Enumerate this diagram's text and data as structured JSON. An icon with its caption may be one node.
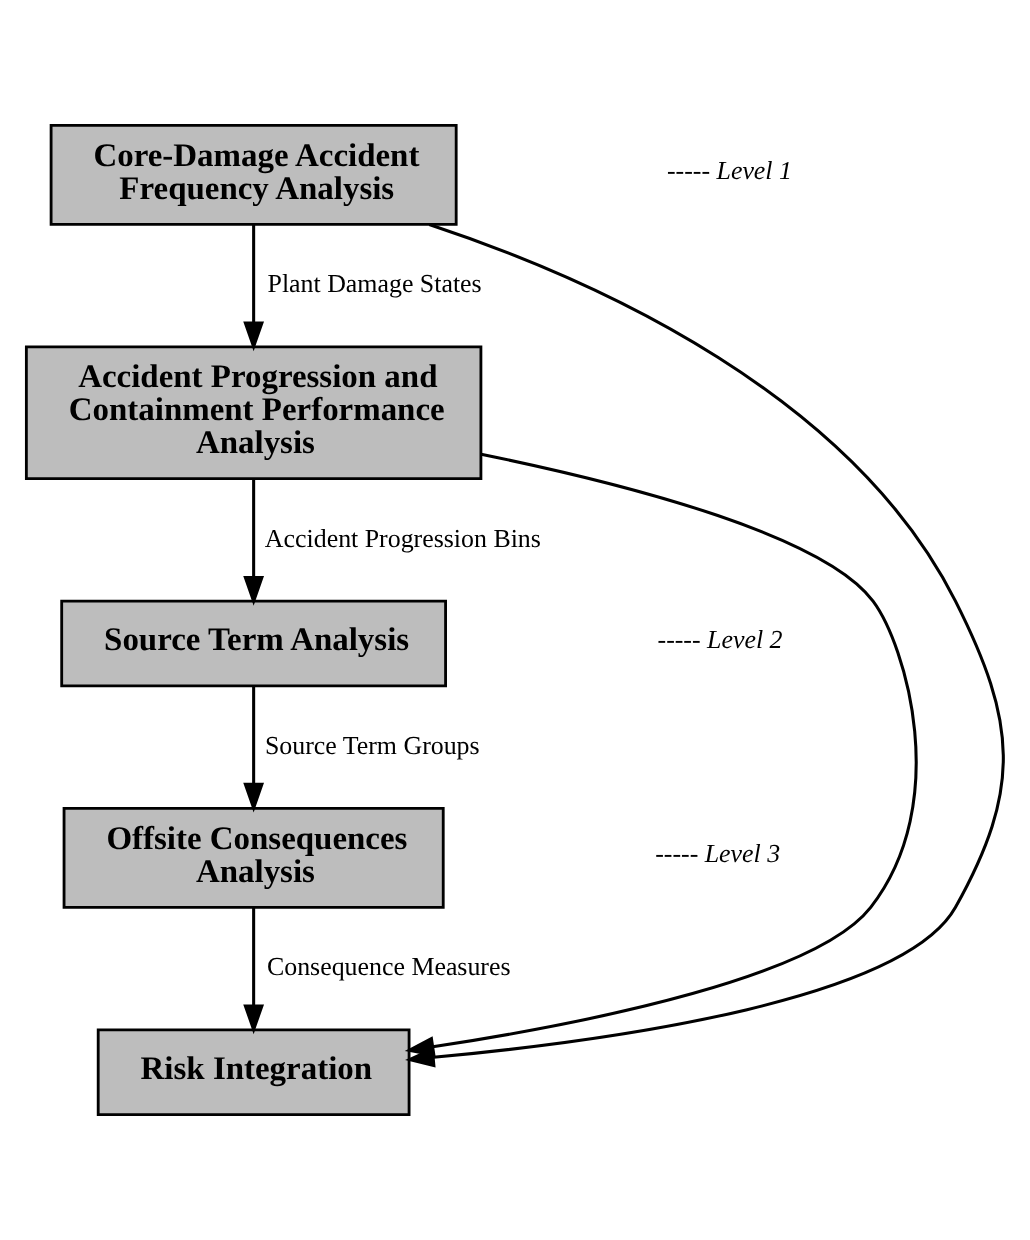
{
  "diagram": {
    "nodes": [
      {
        "text": [
          "Core-Damage Accident Frequency Analysis"
        ]
      },
      {
        "text": [
          "Accident Progression and Containment Performance Analysis"
        ]
      },
      {
        "text": [
          "Source Term Analysis"
        ]
      },
      {
        "text": [
          "Offsite Consequences Analysis"
        ]
      },
      {
        "text": [
          "Risk Integration"
        ]
      }
    ],
    "edges": [
      {
        "from": 0,
        "to": 1,
        "arrow": "to",
        "label": "Plant Damage States"
      },
      {
        "from": 1,
        "to": 2,
        "arrow": "to",
        "label": "Accident Progression Bins"
      },
      {
        "from": 2,
        "to": 3,
        "arrow": "to",
        "label": "Source Term Groups"
      },
      {
        "from": 3,
        "to": 4,
        "arrow": "to",
        "label": "Consequence Measures"
      },
      {
        "from": 0,
        "to": 4,
        "arrow": "to"
      },
      {
        "from": 1,
        "to": 4,
        "arrow": "to"
      }
    ],
    "labels": [
      "----- Level 1",
      "----- Level 2",
      "----- Level 3"
    ]
  }
}
